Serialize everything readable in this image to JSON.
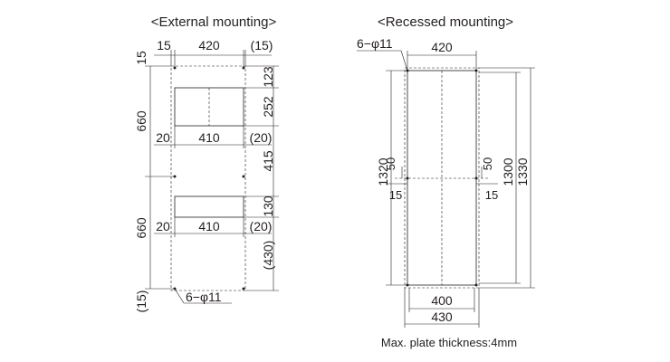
{
  "external": {
    "title": "<External mounting>",
    "dim_15_left": "15",
    "dim_420": "420",
    "dim_15_right": "(15)",
    "dim_15_top": "15",
    "dim_123": "123",
    "dim_252": "252",
    "dim_415": "415",
    "dim_130": "130",
    "dim_430": "(430)",
    "dim_660_upper": "660",
    "dim_660_lower": "660",
    "dim_15_bottom": "(15)",
    "row1_20": "20",
    "row1_410": "410",
    "row1_20r": "(20)",
    "row2_20": "20",
    "row2_410": "410",
    "row2_20r": "(20)",
    "holes": "6−φ11"
  },
  "recessed": {
    "title": "<Recessed mounting>",
    "holes": "6−φ11",
    "dim_420": "420",
    "dim_1320": "1320",
    "dim_50_left": "50",
    "dim_15_left": "15",
    "dim_50_right": "50",
    "dim_15_right": "15",
    "dim_1300": "1300",
    "dim_1330": "1330",
    "dim_400": "400",
    "dim_430": "430",
    "note": "Max. plate thickness:4mm"
  }
}
